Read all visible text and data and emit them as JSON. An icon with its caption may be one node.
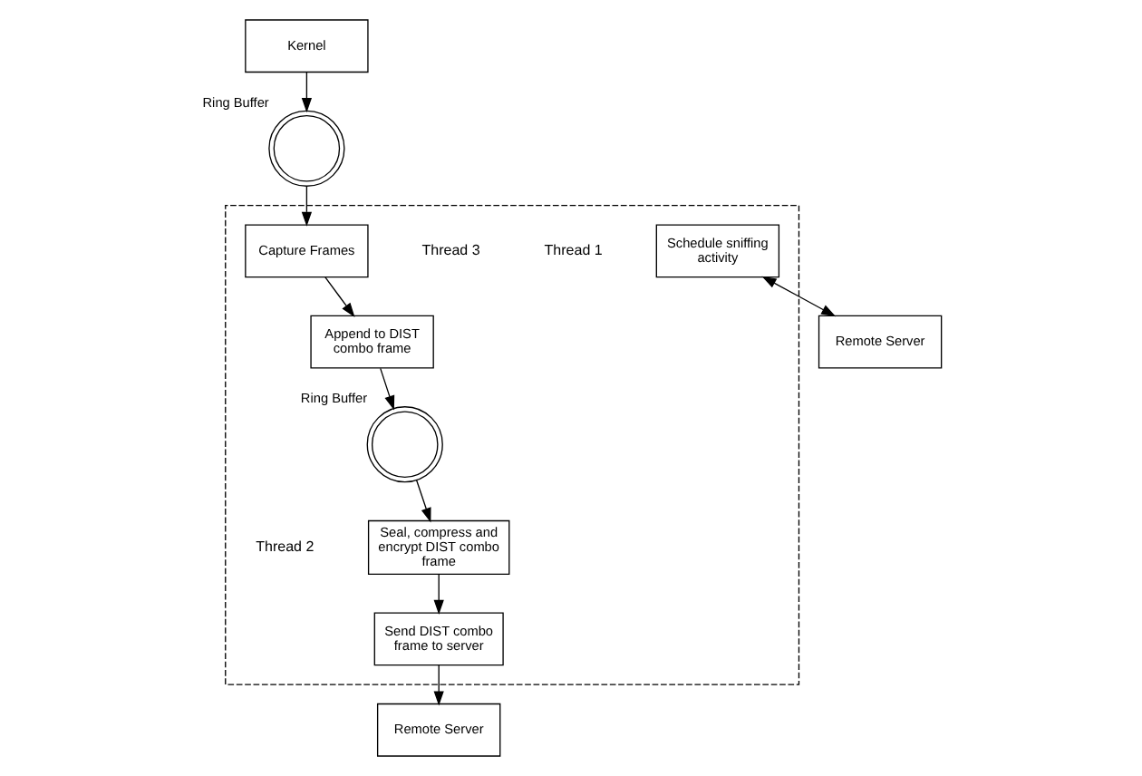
{
  "diagram": {
    "nodes": [
      {
        "text": [
          "Kernel"
        ]
      },
      {
        "text": [],
        "shape": "circle",
        "beside": [
          "Ring Buffer"
        ]
      },
      {
        "text": [],
        "shape": "box"
      },
      {
        "text": [
          "Capture Frames"
        ],
        "in": 2
      },
      {
        "text": [
          "Append to DIST combo frame"
        ],
        "in": 2
      },
      {
        "text": [],
        "shape": "circle",
        "beside": [
          "Ring Buffer"
        ],
        "in": 2
      },
      {
        "text": [
          "Seal, compress and encrypt DIST combo frame"
        ],
        "in": 2
      },
      {
        "text": [
          "Send DIST combo frame to server"
        ],
        "in": 2
      },
      {
        "text": [
          "Remote Server"
        ]
      },
      {
        "text": [
          "Schedule sniffing activity"
        ],
        "in": 2
      },
      {
        "text": [
          "Remote Server"
        ]
      }
    ],
    "edges": [
      {
        "from": 0,
        "to": 1,
        "arrow": "to"
      },
      {
        "from": 1,
        "to": 3,
        "arrow": "to"
      },
      {
        "from": 3,
        "to": 4,
        "arrow": "to"
      },
      {
        "from": 4,
        "to": 5,
        "arrow": "to"
      },
      {
        "from": 5,
        "to": 6,
        "arrow": "to"
      },
      {
        "from": 6,
        "to": 7,
        "arrow": "to"
      },
      {
        "from": 7,
        "to": 8,
        "arrow": "to"
      },
      {
        "from": 9,
        "to": 10,
        "arrow": "both"
      }
    ],
    "labels": [
      "Thread 1",
      "Thread 2",
      "Thread 3"
    ]
  }
}
